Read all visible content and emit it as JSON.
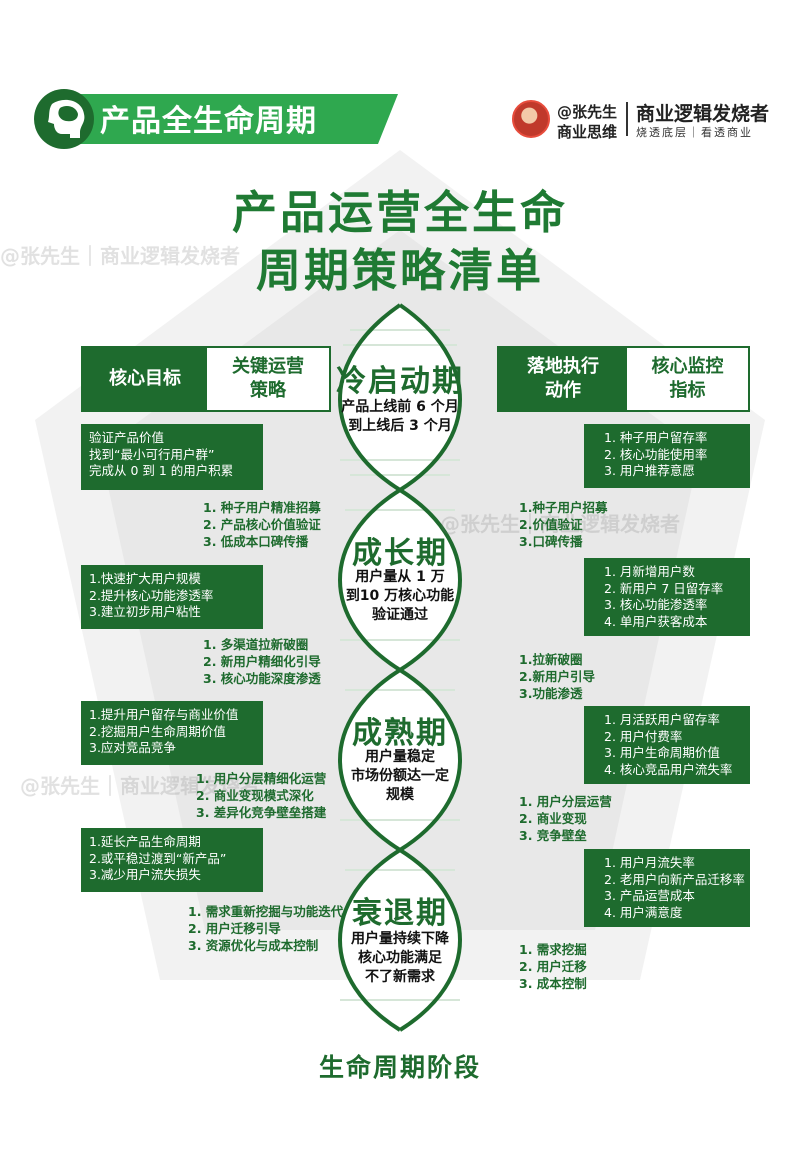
{
  "header": {
    "title": "产品全生命周期",
    "author_handle": "@张先生",
    "author_sub": "商业思维",
    "brand_name": "商业逻辑发烧者",
    "brand_tagline": "烧透底层｜看透商业"
  },
  "title": {
    "line1": "产品运营全生命",
    "line2": "周期策略清单"
  },
  "columns": {
    "left_dark": "核心目标",
    "left_light_l1": "关键运营",
    "left_light_l2": "策略",
    "right_dark_l1": "落地执行",
    "right_dark_l2": "动作",
    "right_light_l1": "核心监控",
    "right_light_l2": "指标"
  },
  "stages": [
    {
      "name": "冷启动期",
      "desc": [
        "产品上线前 6 个月",
        "到上线后 3 个月"
      ],
      "goals": [
        "验证产品价值",
        "找到“最小可行用户群”",
        "完成从 0 到 1 的用户积累"
      ],
      "strategies": [
        "1. 种子用户精准招募",
        "2. 产品核心价值验证",
        "3. 低成本口碑传播"
      ],
      "actions": [
        "1.种子用户招募",
        "2.价值验证",
        "3.口碑传播"
      ],
      "metrics": [
        "1. 种子用户留存率",
        "2. 核心功能使用率",
        "3. 用户推荐意愿"
      ]
    },
    {
      "name": "成长期",
      "desc": [
        "用户量从 1 万",
        "到10 万核心功能",
        "验证通过"
      ],
      "goals": [
        "1.快速扩大用户规模",
        "2.提升核心功能渗透率",
        "3.建立初步用户粘性"
      ],
      "strategies": [
        "1. 多渠道拉新破圈",
        "2. 新用户精细化引导",
        "3. 核心功能深度渗透"
      ],
      "actions": [
        "1.拉新破圈",
        "2.新用户引导",
        "3.功能渗透"
      ],
      "metrics": [
        "1. 月新增用户数",
        "2. 新用户 7 日留存率",
        "3. 核心功能渗透率",
        "4. 单用户获客成本"
      ]
    },
    {
      "name": "成熟期",
      "desc": [
        "用户量稳定",
        "市场份额达一定",
        "规模"
      ],
      "goals": [
        "1.提升用户留存与商业价值",
        "2.挖掘用户生命周期价值",
        "3.应对竞品竞争"
      ],
      "strategies": [
        "1. 用户分层精细化运营",
        "2. 商业变现模式深化",
        "3. 差异化竞争壁垒搭建"
      ],
      "actions": [
        "1. 用户分层运营",
        "2. 商业变现",
        "3. 竞争壁垒"
      ],
      "metrics": [
        "1. 月活跃用户留存率",
        "2. 用户付费率",
        "3. 用户生命周期价值",
        "4. 核心竞品用户流失率"
      ]
    },
    {
      "name": "衰退期",
      "desc": [
        "用户量持续下降",
        "核心功能满足",
        "不了新需求"
      ],
      "goals": [
        "1.延长产品生命周期",
        "2.或平稳过渡到“新产品”",
        "3.减少用户流失损失"
      ],
      "strategies": [
        "1. 需求重新挖掘与功能迭代",
        "2. 用户迁移引导",
        "3. 资源优化与成本控制"
      ],
      "actions": [
        "1. 需求挖掘",
        "2. 用户迁移",
        "3. 成本控制"
      ],
      "metrics": [
        "1. 用户月流失率",
        "2. 老用户向新产品迁移率",
        "3. 产品运营成本",
        "4. 用户满意度"
      ]
    }
  ],
  "footer": "生命周期阶段",
  "colors": {
    "primary": "#1e6b2e",
    "accent": "#2fa84f",
    "helix_fill": "#e9f2ea"
  }
}
